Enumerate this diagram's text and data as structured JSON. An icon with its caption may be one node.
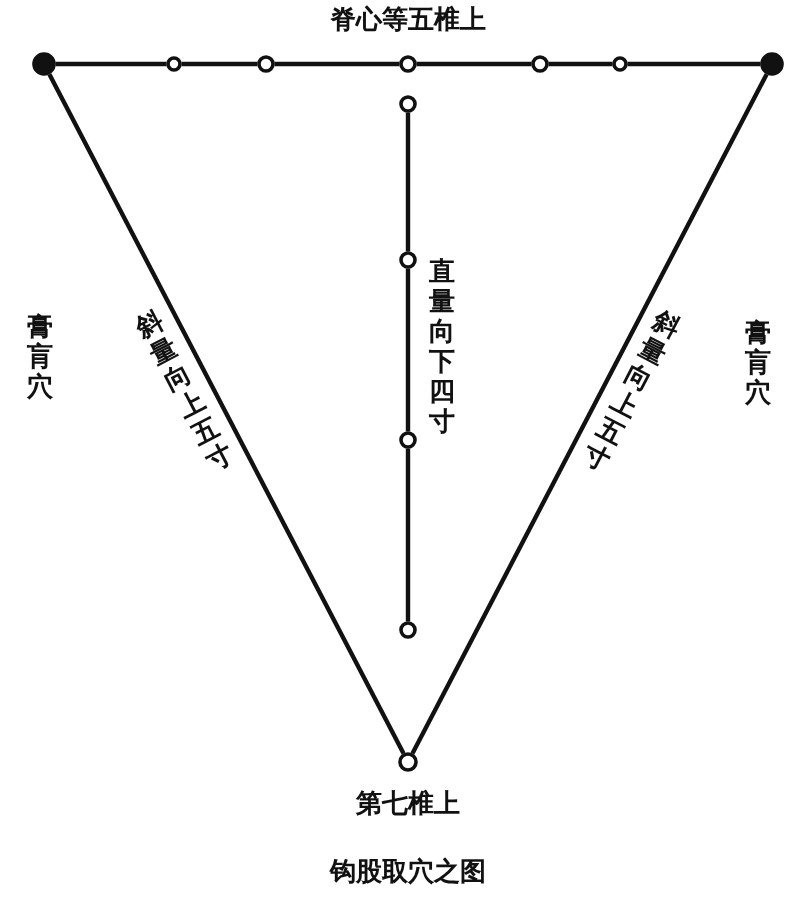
{
  "diagram": {
    "caption": "钩股取穴之图",
    "nodes": [
      {
        "text": [],
        "shape": "circle"
      },
      {
        "text": [],
        "shape": "circle"
      },
      {
        "text": [],
        "shape": "circle"
      },
      {
        "text": [],
        "shape": "circle",
        "beside": [
          "脊心等五椎上"
        ]
      },
      {
        "text": [],
        "shape": "circle"
      },
      {
        "text": [],
        "shape": "circle"
      },
      {
        "text": [],
        "shape": "circle"
      },
      {
        "text": [],
        "shape": "circle"
      },
      {
        "text": [],
        "shape": "circle"
      },
      {
        "text": [],
        "shape": "circle"
      },
      {
        "text": [],
        "shape": "circle"
      },
      {
        "text": [],
        "shape": "circle",
        "beside": [
          "第七椎上"
        ]
      }
    ],
    "edges": [
      {
        "from": 0,
        "to": 1,
        "arrow": "none"
      },
      {
        "from": 1,
        "to": 2,
        "arrow": "none"
      },
      {
        "from": 2,
        "to": 3,
        "arrow": "none"
      },
      {
        "from": 3,
        "to": 4,
        "arrow": "none"
      },
      {
        "from": 4,
        "to": 5,
        "arrow": "none"
      },
      {
        "from": 5,
        "to": 6,
        "arrow": "none"
      },
      {
        "from": 7,
        "to": 8,
        "arrow": "none"
      },
      {
        "from": 8,
        "to": 9,
        "arrow": "none",
        "label": "直量向下四寸"
      },
      {
        "from": 9,
        "to": 10,
        "arrow": "none"
      },
      {
        "from": 0,
        "to": 11,
        "arrow": "none",
        "label": "斜量向上五寸"
      },
      {
        "from": 6,
        "to": 11,
        "arrow": "none",
        "label": "斜量向上五寸"
      }
    ],
    "labels": [
      "膏肓穴",
      "膏肓穴"
    ]
  }
}
